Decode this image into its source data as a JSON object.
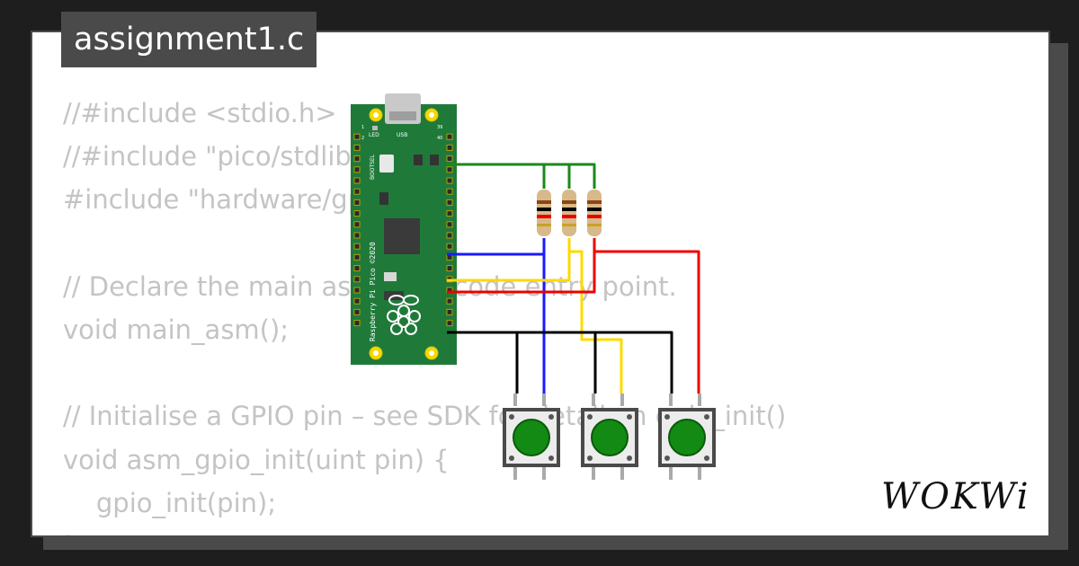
{
  "file": {
    "name": "assignment1.c"
  },
  "code_lines": [
    "//#include <stdio.h>",
    "//#include \"pico/stdlib.h\"",
    "#include \"hardware/gpio.h\"",
    "",
    "// Declare the main assembly code entry point.",
    "void main_asm();",
    "",
    "// Initialise a GPIO pin – see SDK for detail on gpio_init()",
    "void asm_gpio_init(uint pin) {",
    "    gpio_init(pin);",
    "}"
  ],
  "board": {
    "led_label": "LED",
    "usb_label": "USB",
    "bootsel_label": "BOOTSEL",
    "model_label": "Raspberry Pi Pico ©2020",
    "pin_numbers": [
      "1",
      "2",
      "39",
      "40"
    ]
  },
  "logo": {
    "text": "WOKWi"
  },
  "colors": {
    "board": "#1f7a3a",
    "wire_green": "#1a8a1a",
    "wire_blue": "#1a1aff",
    "wire_yellow": "#ffd800",
    "wire_red": "#ee0000",
    "wire_black": "#000000",
    "button_cap": "#138a13"
  },
  "icons": [
    "raspberry-pi-logo-icon",
    "usb-connector-icon"
  ]
}
